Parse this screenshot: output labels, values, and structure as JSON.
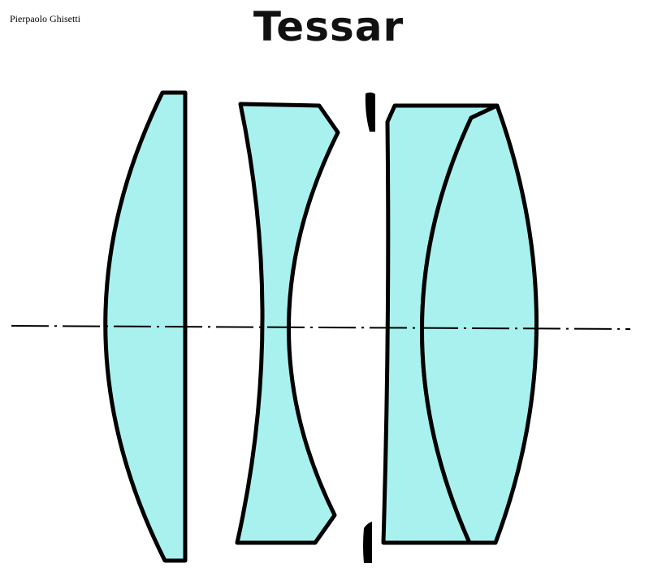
{
  "credit": "Pierpaolo Ghisetti",
  "title": "Tessar",
  "colors": {
    "glass": "#a8f1ee",
    "outline": "#000000",
    "background": "#ffffff"
  },
  "diagram": {
    "elements": [
      {
        "name": "front-positive-lens"
      },
      {
        "name": "negative-meniscus-lens"
      },
      {
        "name": "aperture-stop"
      },
      {
        "name": "rear-cemented-doublet"
      },
      {
        "name": "optical-axis"
      }
    ]
  }
}
